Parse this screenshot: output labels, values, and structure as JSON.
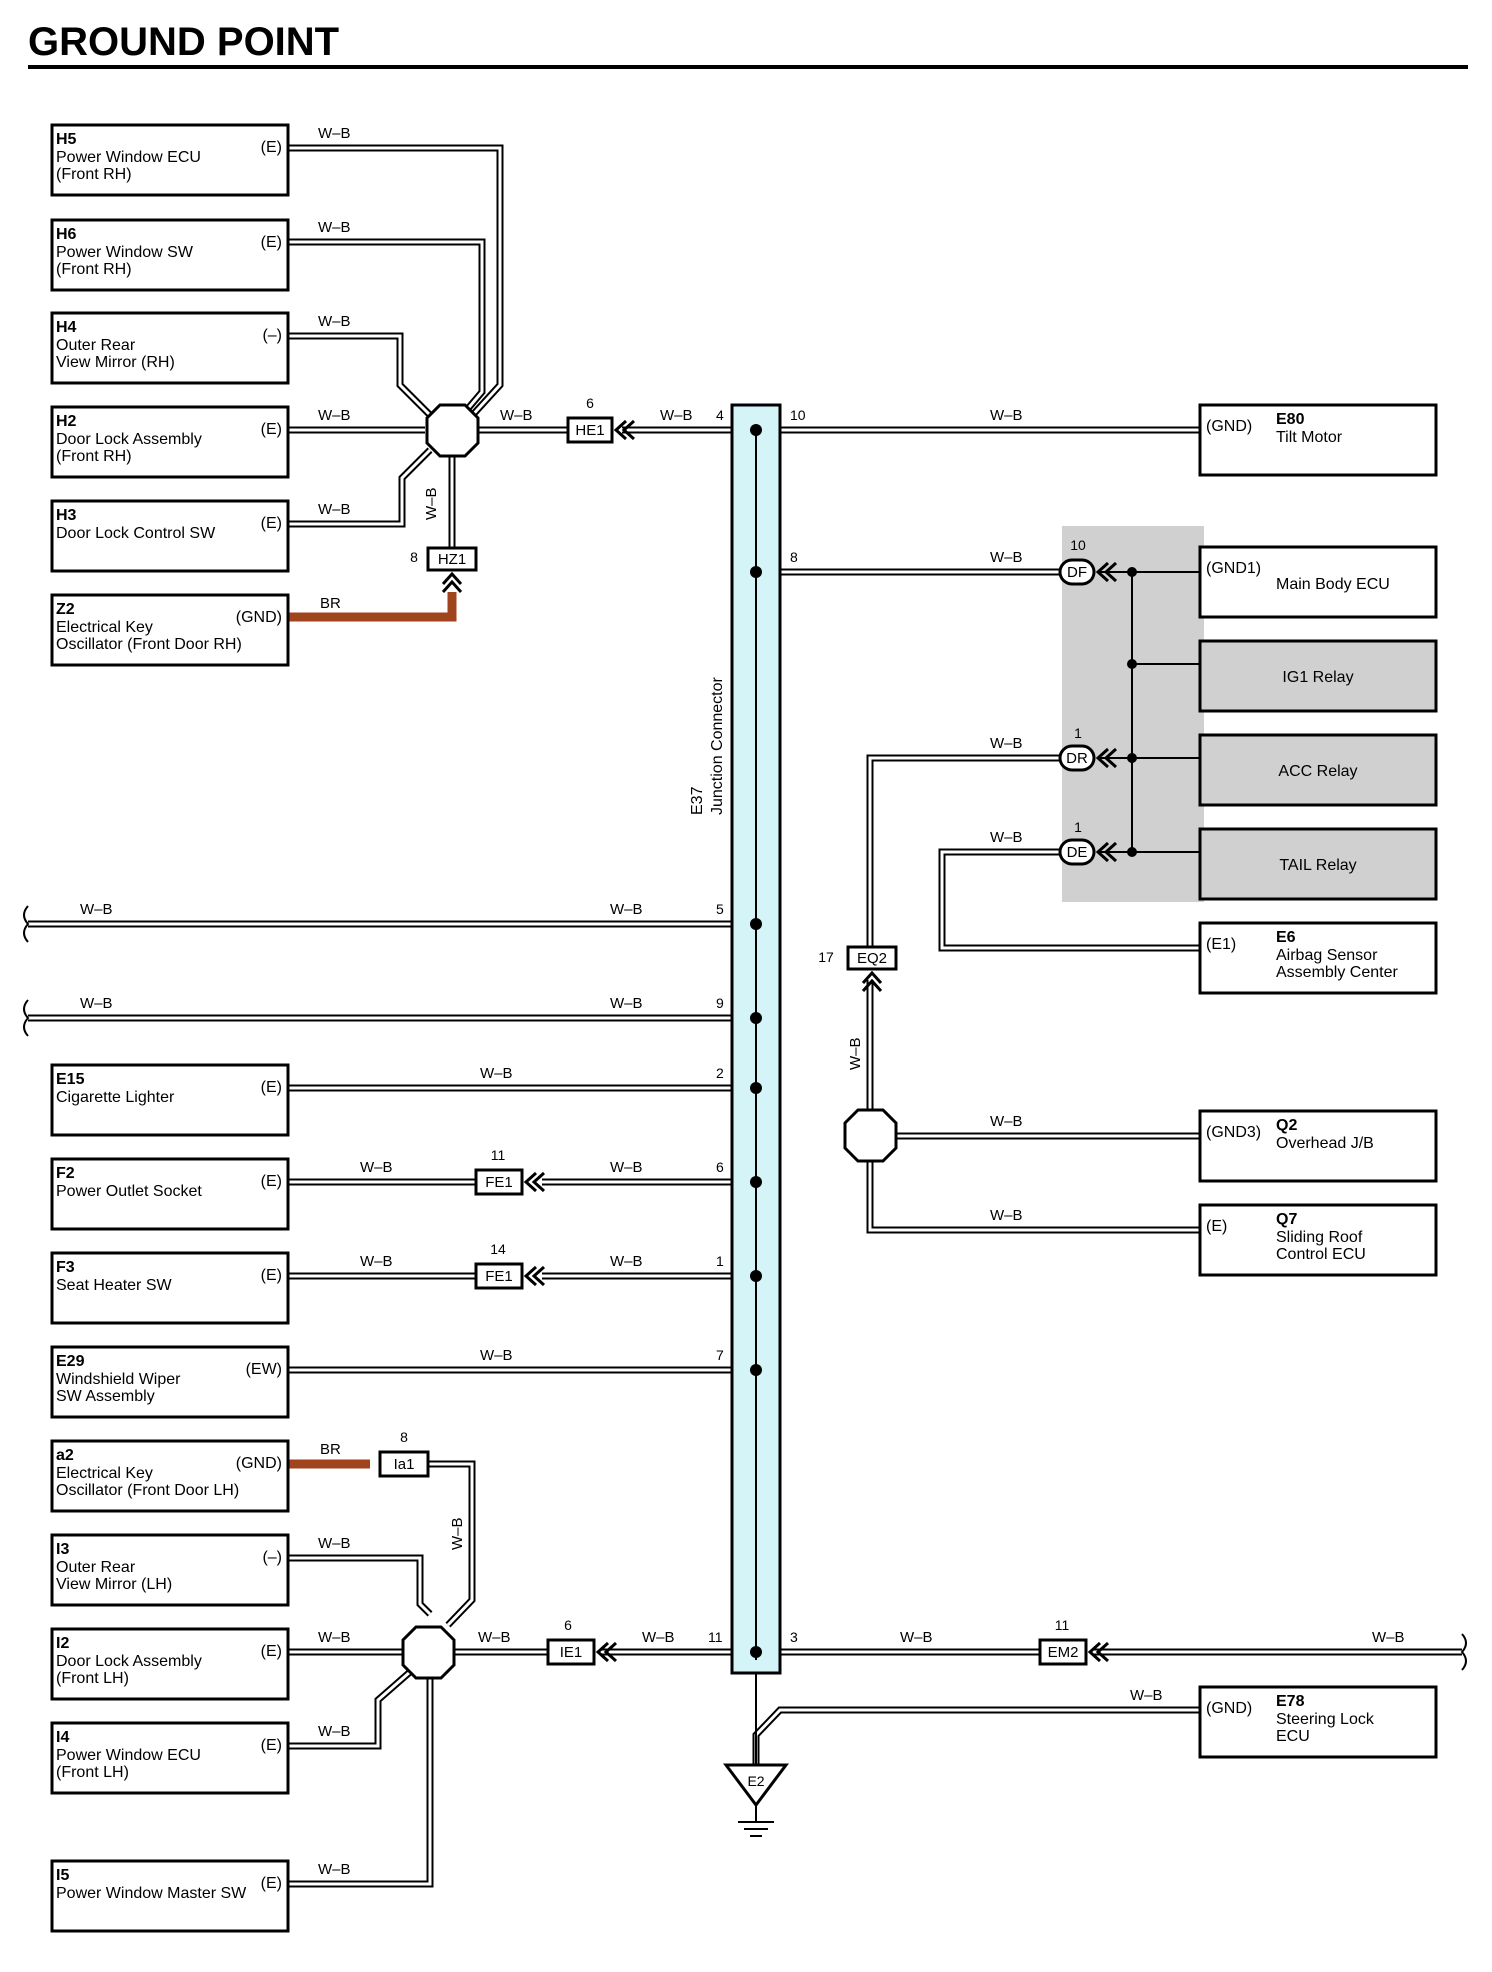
{
  "title": "GROUND POINT",
  "wire_color": "W–B",
  "br_color": "BR",
  "colors": {
    "jc_fill": "#d4f4f8",
    "br_wire": "#a0441e",
    "relay_bg": "#d0d0d0"
  },
  "junction": {
    "code": "E37",
    "name": "Junction Connector"
  },
  "ground": {
    "code": "E2"
  },
  "components_left": [
    {
      "code": "H5",
      "lines": [
        "Power Window ECU",
        "(Front RH)"
      ],
      "pin": "(E)"
    },
    {
      "code": "H6",
      "lines": [
        "Power Window SW",
        "(Front RH)"
      ],
      "pin": "(E)"
    },
    {
      "code": "H4",
      "lines": [
        "Outer Rear",
        "View Mirror (RH)"
      ],
      "pin": "(–)"
    },
    {
      "code": "H2",
      "lines": [
        "Door Lock Assembly",
        "(Front RH)"
      ],
      "pin": "(E)"
    },
    {
      "code": "H3",
      "lines": [
        "Door Lock Control SW"
      ],
      "pin": "(E)"
    },
    {
      "code": "Z2",
      "lines": [
        "Electrical Key",
        "Oscillator (Front Door RH)"
      ],
      "pin": "(GND)"
    },
    {
      "code": "E15",
      "lines": [
        "Cigarette Lighter"
      ],
      "pin": "(E)"
    },
    {
      "code": "F2",
      "lines": [
        "Power Outlet Socket"
      ],
      "pin": "(E)"
    },
    {
      "code": "F3",
      "lines": [
        "Seat Heater SW"
      ],
      "pin": "(E)"
    },
    {
      "code": "E29",
      "lines": [
        "Windshield Wiper",
        "SW Assembly"
      ],
      "pin": "(EW)"
    },
    {
      "code": "a2",
      "lines": [
        "Electrical Key",
        "Oscillator (Front Door LH)"
      ],
      "pin": "(GND)"
    },
    {
      "code": "I3",
      "lines": [
        "Outer Rear",
        "View Mirror (LH)"
      ],
      "pin": "(–)"
    },
    {
      "code": "I2",
      "lines": [
        "Door Lock Assembly",
        "(Front LH)"
      ],
      "pin": "(E)"
    },
    {
      "code": "I4",
      "lines": [
        "Power Window ECU",
        "(Front LH)"
      ],
      "pin": "(E)"
    },
    {
      "code": "I5",
      "lines": [
        "Power Window Master SW"
      ],
      "pin": "(E)"
    }
  ],
  "components_right": [
    {
      "code": "E80",
      "lines": [
        "Tilt Motor"
      ],
      "pin": "(GND)"
    },
    {
      "code": "",
      "lines": [
        "Main Body ECU"
      ],
      "pin": "(GND1)"
    },
    {
      "code": "",
      "lines": [
        "IG1 Relay"
      ],
      "pin": ""
    },
    {
      "code": "",
      "lines": [
        "ACC Relay"
      ],
      "pin": ""
    },
    {
      "code": "",
      "lines": [
        "TAIL Relay"
      ],
      "pin": ""
    },
    {
      "code": "E6",
      "lines": [
        "Airbag Sensor",
        "Assembly Center"
      ],
      "pin": "(E1)"
    },
    {
      "code": "Q2",
      "lines": [
        "Overhead J/B"
      ],
      "pin": "(GND3)"
    },
    {
      "code": "Q7",
      "lines": [
        "Sliding Roof",
        "Control ECU"
      ],
      "pin": "(E)"
    },
    {
      "code": "E78",
      "lines": [
        "Steering Lock",
        "ECU"
      ],
      "pin": "(GND)"
    }
  ],
  "connectors": [
    {
      "code": "HE1",
      "pin": "6"
    },
    {
      "code": "HZ1",
      "pin": "8"
    },
    {
      "code": "DF",
      "pin": "10"
    },
    {
      "code": "DR",
      "pin": "1"
    },
    {
      "code": "DE",
      "pin": "1"
    },
    {
      "code": "EQ2",
      "pin": "17"
    },
    {
      "code": "FE1",
      "pin": "11"
    },
    {
      "code": "FE1",
      "pin": "14"
    },
    {
      "code": "Ia1",
      "pin": "8"
    },
    {
      "code": "IE1",
      "pin": "6"
    },
    {
      "code": "EM2",
      "pin": "11"
    }
  ],
  "junction_pins": {
    "p4": "4",
    "p10": "10",
    "p8": "8",
    "p5": "5",
    "p9": "9",
    "p2": "2",
    "p6": "6",
    "p1": "1",
    "p7": "7",
    "p11": "11",
    "p3": "3"
  }
}
